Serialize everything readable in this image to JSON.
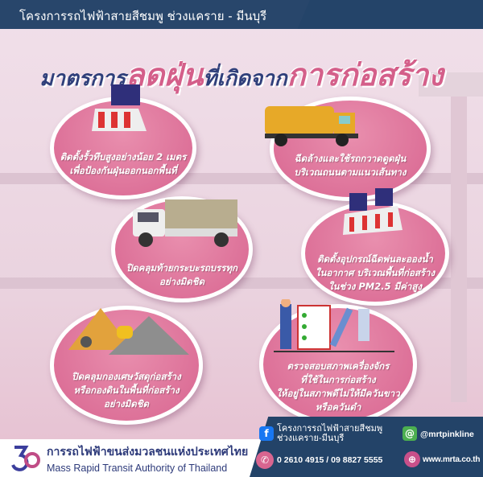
{
  "header": {
    "project": "โครงการรถไฟฟ้าสายสีชมพู ช่วงแคราย - มีนบุรี"
  },
  "title": {
    "part1": "มาตรการ",
    "part2": "ลดฝุ่น",
    "part3": "ที่เกิดจาก",
    "part4": "การก่อสร้าง"
  },
  "measures": [
    {
      "text": "ติดตั้งรั้วทึบสูงอย่างน้อย 2 เมตร\nเพื่อป้องกันฝุ่นออกนอกพื้นที่",
      "icon": "fence-barrier-icon"
    },
    {
      "text": "ฉีดล้างและใช้รถกวาดดูดฝุ่น\nบริเวณถนนตามแนวเส้นทาง",
      "icon": "street-sweeper-truck-icon"
    },
    {
      "text": "ปิดคลุมท้ายกระบะรถบรรทุก\nอย่างมิดชิด",
      "icon": "covered-truck-icon"
    },
    {
      "text": "ติดตั้งอุปกรณ์ฉีดพ่นละอองน้ำ\nในอากาศ บริเวณพื้นที่ก่อสร้าง\nในช่วง PM2.5 มีค่าสูง",
      "icon": "water-mist-sprayer-icon"
    },
    {
      "text": "ปิดคลุมกองเศษวัสดุก่อสร้าง\nหรือกองดินในพื้นที่ก่อสร้าง\nอย่างมิดชิด",
      "icon": "sand-pile-icon"
    },
    {
      "text": "ตรวจสอบสภาพเครื่องจักร\nที่ใช้ในการก่อสร้าง\nให้อยู่ในสภาพดีไม่ให้มีควันขาว\nหรือควันดำ",
      "icon": "machine-checklist-icon"
    }
  ],
  "footer": {
    "org_th": "การรถไฟฟ้าขนส่งมวลชนแห่งประเทศไทย",
    "org_en": "Mass Rapid Transit Authority of Thailand",
    "facebook": "โครงการรถไฟฟ้าสายสีชมพู\nช่วงแคราย-มีนบุรี",
    "line": "@mrtpinkline",
    "phone": "0 2610 4915 / 09 8827 5555",
    "website": "www.mrta.co.th"
  },
  "colors": {
    "navy": "#234368",
    "pink": "#d86590",
    "bg": "#f1e0ea"
  }
}
